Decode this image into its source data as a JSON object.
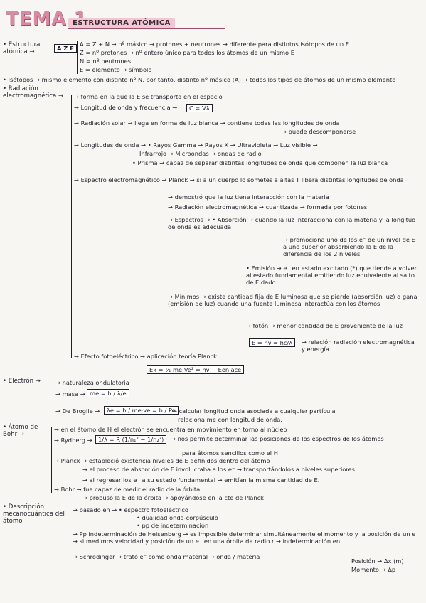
{
  "header": {
    "title": "TEMA 1",
    "subtitle": "ESTRUCTURA ATÓMICA"
  },
  "estructura": {
    "label": "• Estructura atómica →",
    "notation": "A Z E",
    "lines": [
      "A = Z + N → nº másico → protones + neutrones → diferente para distintos isótopos de un E",
      "Z = nº protones → nº entero único para todos los átomos de un mismo E",
      "N = nº neutrones",
      "E = elemento → símbolo"
    ]
  },
  "isotopos": "• Isótopos → mismo elemento con distinto nº N, por tanto, distinto nº másico (A) → todos los tipos de átomos de un mismo elemento",
  "radiacion": {
    "label": "• Radiación electromagnética →",
    "lines": [
      "→ forma en la que la E se transporta en el espacio",
      "→ Longitud de onda y frecuencia →",
      "C = Vλ",
      "→ Radiación solar → llega en forma de luz blanca → contiene todas las longitudes de onda",
      "→ puede descomponerse",
      "→ Longitudes de onda → • Rayos Gamma → Rayos X → Ultravioleta → Luz visible →",
      "Infrarrojo → Microondas → ondas de radio",
      "• Prisma → capaz de separar distintas longitudes de onda que componen la luz blanca",
      "→ Espectro electromagnético → Planck → si a un cuerpo lo sometes a altas T libera distintas longitudes de onda",
      "→ demostró que la luz tiene interacción con la materia",
      "→ Radiación electromagnética → cuantizada → formada por fotones",
      "→ Espectros → • Absorción → cuando la luz interacciona con la materia y la longitud de onda es adecuada",
      "→ promociona uno de los e⁻ de un nivel de E a uno superior absorbiendo la E de la diferencia de los 2 niveles",
      "• Emisión → e⁻ en estado excitado (*) que tiende a volver al estado fundamental emitiendo luz equivalente al salto de E dado",
      "→ Mínimos → existe cantidad fija de E luminosa que se pierde (absorción luz) o gana (emisión de luz) cuando una fuente luminosa interactúa con los átomos",
      "→ fotón → menor cantidad de E proveniente de la luz",
      "E = hν = hc/λ",
      "→ relación radiación electromagnética y energía",
      "→ Efecto fotoeléctrico → aplicación teoría Planck",
      "Ek = ½ me Ve² = hν − Eenlace"
    ]
  },
  "electron": {
    "label": "• Electrón →",
    "lines": [
      "→ naturaleza ondulatoria",
      "→ masa →",
      "me = h / λ/e",
      "→ De Broglie →",
      "λe = h / me·ve = h / Pe",
      "→ calcular longitud onda asociada a cualquier partícula",
      "relaciona me con longitud de onda."
    ]
  },
  "bohr": {
    "label": "• Átomo de Bohr →",
    "lines": [
      "→ en el átomo de H el electrón se encuentra en movimiento en torno al núcleo",
      "→ Rydberg →",
      "1/λ = R (1/n₁² − 1/n₂²)",
      "→ nos permite determinar las posiciones de los espectros de los átomos",
      "para átomos sencillos como el H",
      "→ Planck → estableció existencia niveles de E definidos dentro del átomo",
      "→ el proceso de absorción de E involucraba a los e⁻ → transportándolos a niveles superiores",
      "→ al regresar los e⁻ a su estado fundamental → emitían la misma cantidad de E.",
      "→ Bohr → fue capaz de medir el radio de la órbita",
      "→ propuso la E de la órbita → apoyándose en la cte de Planck"
    ]
  },
  "descripcion": {
    "label": "• Descripción mecanocuántica del átomo",
    "lines": [
      "→ basado en → • espectro fotoeléctrico",
      "• dualidad onda-corpúsculo",
      "• pp de indeterminación",
      "→ Pp indeterminación de Heisenberg → es imposible determinar simultáneamente el momento y la posición de un e⁻ → si medimos velocidad y posición de un e⁻ en una órbita de radio r → indeterminación en",
      "→ Schrödinger → trató e⁻ como onda material → onda / materia",
      "Posición → Δx (m)",
      "Momento → Δp"
    ]
  }
}
